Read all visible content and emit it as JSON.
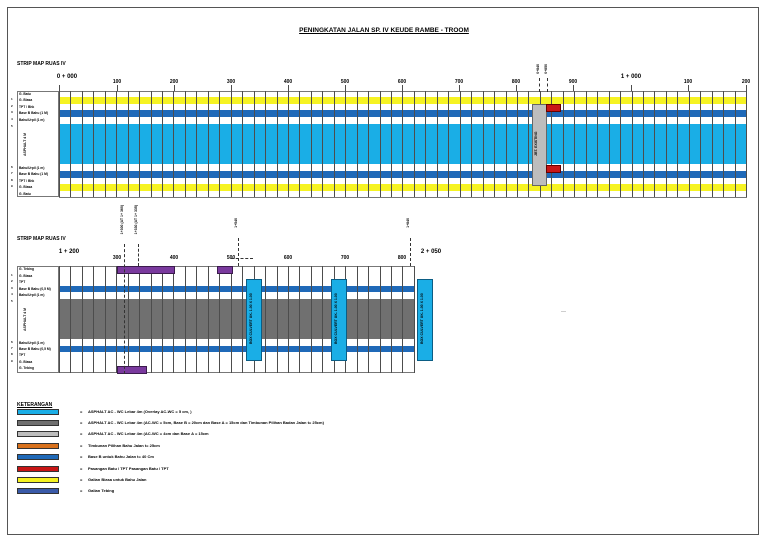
{
  "title": "PENINGKATAN JALAN SP. IV KEUDE RAMBE - TROOM",
  "strip1": {
    "label": "STRIP MAP RUAS IV",
    "start_station": "0 + 000",
    "end_station": "1 + 000",
    "ticks": [
      "100",
      "200",
      "300",
      "400",
      "500",
      "600",
      "700",
      "800",
      "900",
      "100",
      "200"
    ],
    "row_labels": [
      "G. Batu",
      "G. Biasa",
      "TPT / Bhk",
      "Base B Bahu (1 M)",
      "Bahu/Urpil (1 m)",
      "ASPHALT 4 M",
      "Bahu/Urpil (1 m)",
      "Base B Bahu (1 M)",
      "TPT / Bhk",
      "G. Biasa",
      "G. Batu"
    ],
    "side_numbers": [
      "1",
      "2",
      "3",
      "4",
      "5",
      "6",
      "7",
      "8",
      "9"
    ],
    "structure_label": "JBT. EXISTING",
    "station_marks": [
      "0+840",
      "0+850"
    ]
  },
  "strip2": {
    "label": "STRIP MAP RUAS IV",
    "start_station": "1 + 200",
    "end_station": "2 + 050",
    "ticks": [
      "300",
      "400",
      "500",
      "600",
      "700",
      "800"
    ],
    "row_labels": [
      "G. Tebing",
      "G. Biasa",
      "TPT",
      "Base B Bahu (0,5 M)",
      "Bahu/Urpil (1 m)",
      "ASPHALT 4 M",
      "Bahu/Urpil (1 m)",
      "Base B Bahu (0,5 M)",
      "TPT",
      "G. Biasa",
      "G. Tebing"
    ],
    "side_numbers": [
      "1",
      "2",
      "3",
      "4",
      "5",
      "6",
      "7",
      "8",
      "9"
    ],
    "culvert_label": "BOX CULVERT UK. 1.00 X 1.00",
    "station_marks": [
      "1+300 (AT 1+ 360)",
      "1+330 (AT 1+ 335)",
      "1+540",
      "1+840"
    ],
    "note": "-----"
  },
  "legend": {
    "title": "KETERANGAN",
    "eq": "=",
    "items": [
      {
        "color": "#1aaee6",
        "text": "ASPHALT AC - WC Lebar 4m (Overlay AC-WC = 5 cm, )"
      },
      {
        "color": "#707070",
        "text": "ASPHALT AC - WC Lebar 4m (AC-WC = 5cm, Base B = 20cm dan Base A = 15cm dan Timbunan Pilihan Badan Jalan t= 25cm)"
      },
      {
        "color": "#bdbdbd",
        "text": "ASPHALT AC - WC Lebar 4m (AC-WC = 4cm dan Base A = 15cm"
      },
      {
        "color": "#d8711c",
        "text": "Timbunan Pilihan Bahu Jalan t= 25cm"
      },
      {
        "color": "#1f69b8",
        "text": "Base B untuk Bahu Jalan t= 40 Cm"
      },
      {
        "color": "#c81616",
        "text": "Pasangan Batu / TPT     Pasangan Batu / TPT"
      },
      {
        "color": "#f6f322",
        "text": "Galian Biasa untuk Bahu Jalan"
      },
      {
        "color": "#3a5aa8",
        "text": "Galian Tebing"
      }
    ]
  },
  "colors": {
    "asphalt_overlay": "#1aaee6",
    "asphalt_new": "#707070",
    "base_b": "#1f69b8",
    "galian_biasa": "#f6f322",
    "galian_tebing": "#7a3a9e",
    "tpt": "#c81616",
    "existing": "#bdbdbd"
  }
}
